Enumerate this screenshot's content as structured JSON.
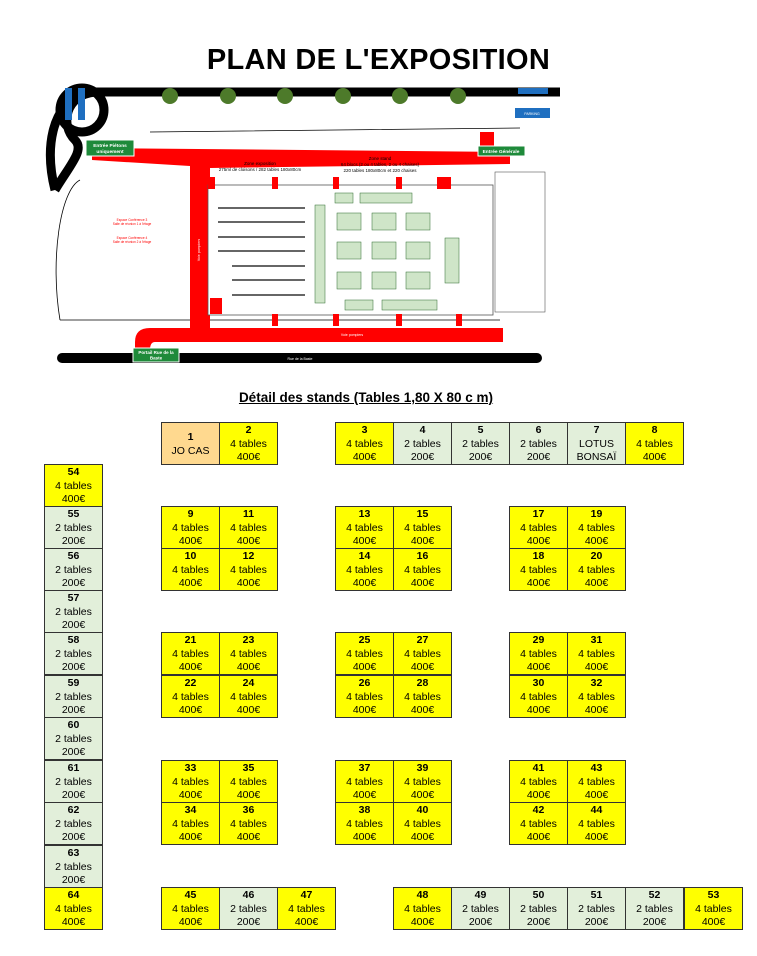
{
  "title": "PLAN DE L'EXPOSITION",
  "map": {
    "entree_pietons": [
      "Entrée Piétons",
      "uniquement"
    ],
    "entree_generale": "Entrée Générale",
    "portail": [
      "Portail Rue de la",
      "Baste"
    ],
    "zone_expo": [
      "Zone exposition",
      "275ml de cloisons / 282 tables 180x80cm"
    ],
    "zone_stand": [
      "Zone stand",
      "64 blocs (2 ou 4 tables, 2 ou 4 chaises)",
      "220 tables 180x80cm et 220 chaises"
    ],
    "voie_pompiers": "Voie pompiers",
    "rue": "Rue de la Baste",
    "parking": "PARKING",
    "conf": [
      "Espace Conférence 3",
      "Salle de réunion 1 à l'étage",
      "Espace Conférence 4",
      "Salle de réunion 2 à l'étage"
    ]
  },
  "subtitle": "Détail des stands (Tables 1,80 X 80 c m)",
  "stands": [
    {
      "n": "1",
      "a": "JO CAS",
      "b": "",
      "t": "o"
    },
    {
      "n": "2",
      "a": "4 tables",
      "b": "400€",
      "t": "y"
    },
    {
      "n": "3",
      "a": "4 tables",
      "b": "400€",
      "t": "y"
    },
    {
      "n": "4",
      "a": "2 tables",
      "b": "200€",
      "t": "g"
    },
    {
      "n": "5",
      "a": "2 tables",
      "b": "200€",
      "t": "g"
    },
    {
      "n": "6",
      "a": "2 tables",
      "b": "200€",
      "t": "g"
    },
    {
      "n": "7",
      "a": "LOTUS",
      "b": "BONSAÏ",
      "t": "g"
    },
    {
      "n": "8",
      "a": "4 tables",
      "b": "400€",
      "t": "y"
    },
    {
      "n": "9",
      "a": "4 tables",
      "b": "400€",
      "t": "y"
    },
    {
      "n": "10",
      "a": "4 tables",
      "b": "400€",
      "t": "y"
    },
    {
      "n": "11",
      "a": "4 tables",
      "b": "400€",
      "t": "y"
    },
    {
      "n": "12",
      "a": "4 tables",
      "b": "400€",
      "t": "y"
    },
    {
      "n": "13",
      "a": "4 tables",
      "b": "400€",
      "t": "y"
    },
    {
      "n": "14",
      "a": "4 tables",
      "b": "400€",
      "t": "y"
    },
    {
      "n": "15",
      "a": "4 tables",
      "b": "400€",
      "t": "y"
    },
    {
      "n": "16",
      "a": "4 tables",
      "b": "400€",
      "t": "y"
    },
    {
      "n": "17",
      "a": "4 tables",
      "b": "400€",
      "t": "y"
    },
    {
      "n": "18",
      "a": "4 tables",
      "b": "400€",
      "t": "y"
    },
    {
      "n": "19",
      "a": "4 tables",
      "b": "400€",
      "t": "y"
    },
    {
      "n": "20",
      "a": "4 tables",
      "b": "400€",
      "t": "y"
    },
    {
      "n": "21",
      "a": "4 tables",
      "b": "400€",
      "t": "y"
    },
    {
      "n": "22",
      "a": "4 tables",
      "b": "400€",
      "t": "y"
    },
    {
      "n": "23",
      "a": "4 tables",
      "b": "400€",
      "t": "y"
    },
    {
      "n": "24",
      "a": "4 tables",
      "b": "400€",
      "t": "y"
    },
    {
      "n": "25",
      "a": "4 tables",
      "b": "400€",
      "t": "y"
    },
    {
      "n": "26",
      "a": "4 tables",
      "b": "400€",
      "t": "y"
    },
    {
      "n": "27",
      "a": "4 tables",
      "b": "400€",
      "t": "y"
    },
    {
      "n": "28",
      "a": "4 tables",
      "b": "400€",
      "t": "y"
    },
    {
      "n": "29",
      "a": "4 tables",
      "b": "400€",
      "t": "y"
    },
    {
      "n": "30",
      "a": "4 tables",
      "b": "400€",
      "t": "y"
    },
    {
      "n": "31",
      "a": "4 tables",
      "b": "400€",
      "t": "y"
    },
    {
      "n": "32",
      "a": "4 tables",
      "b": "400€",
      "t": "y"
    },
    {
      "n": "33",
      "a": "4 tables",
      "b": "400€",
      "t": "y"
    },
    {
      "n": "34",
      "a": "4 tables",
      "b": "400€",
      "t": "y"
    },
    {
      "n": "35",
      "a": "4 tables",
      "b": "400€",
      "t": "y"
    },
    {
      "n": "36",
      "a": "4 tables",
      "b": "400€",
      "t": "y"
    },
    {
      "n": "37",
      "a": "4 tables",
      "b": "400€",
      "t": "y"
    },
    {
      "n": "38",
      "a": "4 tables",
      "b": "400€",
      "t": "y"
    },
    {
      "n": "39",
      "a": "4 tables",
      "b": "400€",
      "t": "y"
    },
    {
      "n": "40",
      "a": "4 tables",
      "b": "400€",
      "t": "y"
    },
    {
      "n": "41",
      "a": "4 tables",
      "b": "400€",
      "t": "y"
    },
    {
      "n": "42",
      "a": "4 tables",
      "b": "400€",
      "t": "y"
    },
    {
      "n": "43",
      "a": "4 tables",
      "b": "400€",
      "t": "y"
    },
    {
      "n": "44",
      "a": "4 tables",
      "b": "400€",
      "t": "y"
    },
    {
      "n": "45",
      "a": "4 tables",
      "b": "400€",
      "t": "y"
    },
    {
      "n": "46",
      "a": "2 tables",
      "b": "200€",
      "t": "g"
    },
    {
      "n": "47",
      "a": "4 tables",
      "b": "400€",
      "t": "y"
    },
    {
      "n": "48",
      "a": "4 tables",
      "b": "400€",
      "t": "y"
    },
    {
      "n": "49",
      "a": "2 tables",
      "b": "200€",
      "t": "g"
    },
    {
      "n": "50",
      "a": "2 tables",
      "b": "200€",
      "t": "g"
    },
    {
      "n": "51",
      "a": "2 tables",
      "b": "200€",
      "t": "g"
    },
    {
      "n": "52",
      "a": "2 tables",
      "b": "200€",
      "t": "g"
    },
    {
      "n": "53",
      "a": "4 tables",
      "b": "400€",
      "t": "y"
    },
    {
      "n": "54",
      "a": "4 tables",
      "b": "400€",
      "t": "y"
    },
    {
      "n": "55",
      "a": "2 tables",
      "b": "200€",
      "t": "g"
    },
    {
      "n": "56",
      "a": "2 tables",
      "b": "200€",
      "t": "g"
    },
    {
      "n": "57",
      "a": "2 tables",
      "b": "200€",
      "t": "g"
    },
    {
      "n": "58",
      "a": "2 tables",
      "b": "200€",
      "t": "g"
    },
    {
      "n": "59",
      "a": "2 tables",
      "b": "200€",
      "t": "g"
    },
    {
      "n": "60",
      "a": "2 tables",
      "b": "200€",
      "t": "g"
    },
    {
      "n": "61",
      "a": "2 tables",
      "b": "200€",
      "t": "g"
    },
    {
      "n": "62",
      "a": "2 tables",
      "b": "200€",
      "t": "g"
    },
    {
      "n": "63",
      "a": "2 tables",
      "b": "200€",
      "t": "g"
    },
    {
      "n": "64",
      "a": "4 tables",
      "b": "400€",
      "t": "y"
    }
  ]
}
